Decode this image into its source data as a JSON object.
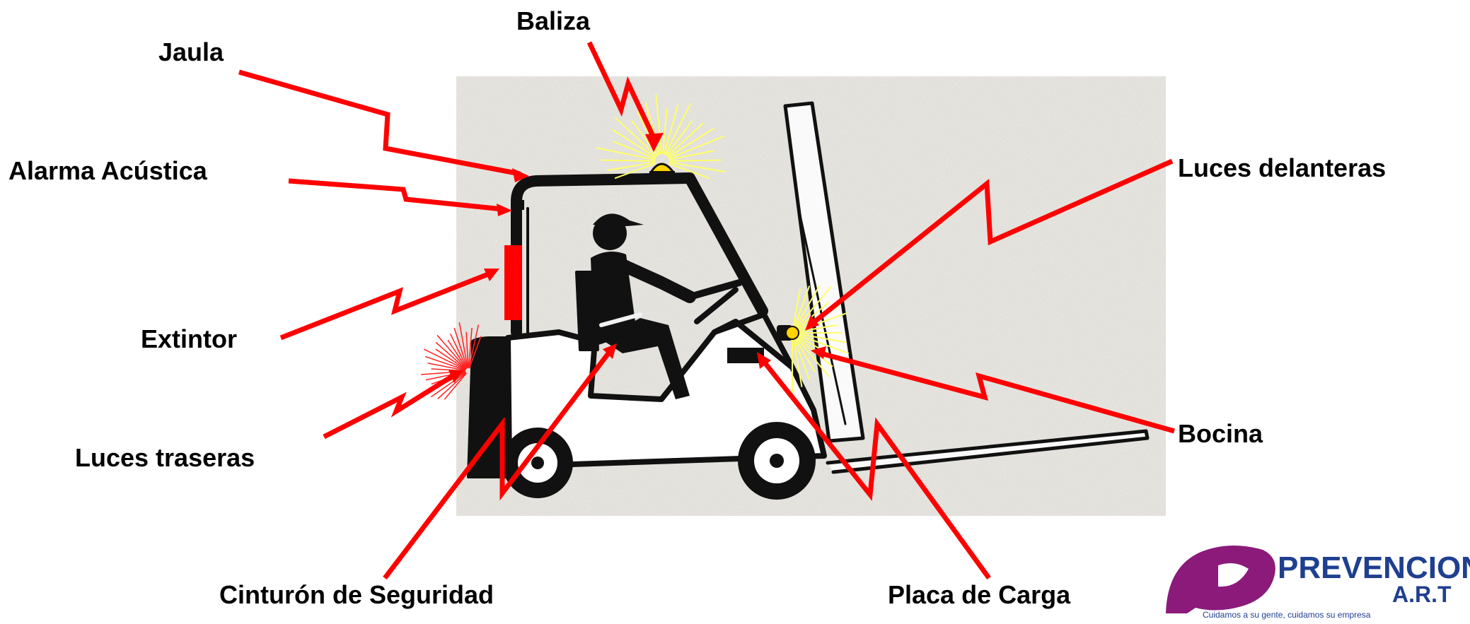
{
  "labels": {
    "baliza": "Baliza",
    "jaula": "Jaula",
    "alarma": "Alarma Acústica",
    "extintor": "Extintor",
    "luces_traseras": "Luces traseras",
    "cinturon": "Cinturón de Seguridad",
    "placa": "Placa de Carga",
    "bocina": "Bocina",
    "luces_delanteras": "Luces delanteras"
  },
  "logo": {
    "name": "PREVENCION",
    "suffix": "A.R.T",
    "tagline": "Cuidamos a su gente, cuidamos su empresa"
  },
  "colors": {
    "arrow": "#ff0000",
    "extinguisher": "#ff0000",
    "beacon": "#ffd400",
    "light_rays": "#ffff66",
    "logo_purple": "#8b1a7a",
    "logo_blue": "#1f3f8f",
    "background_photo": "#e9e6e1"
  }
}
